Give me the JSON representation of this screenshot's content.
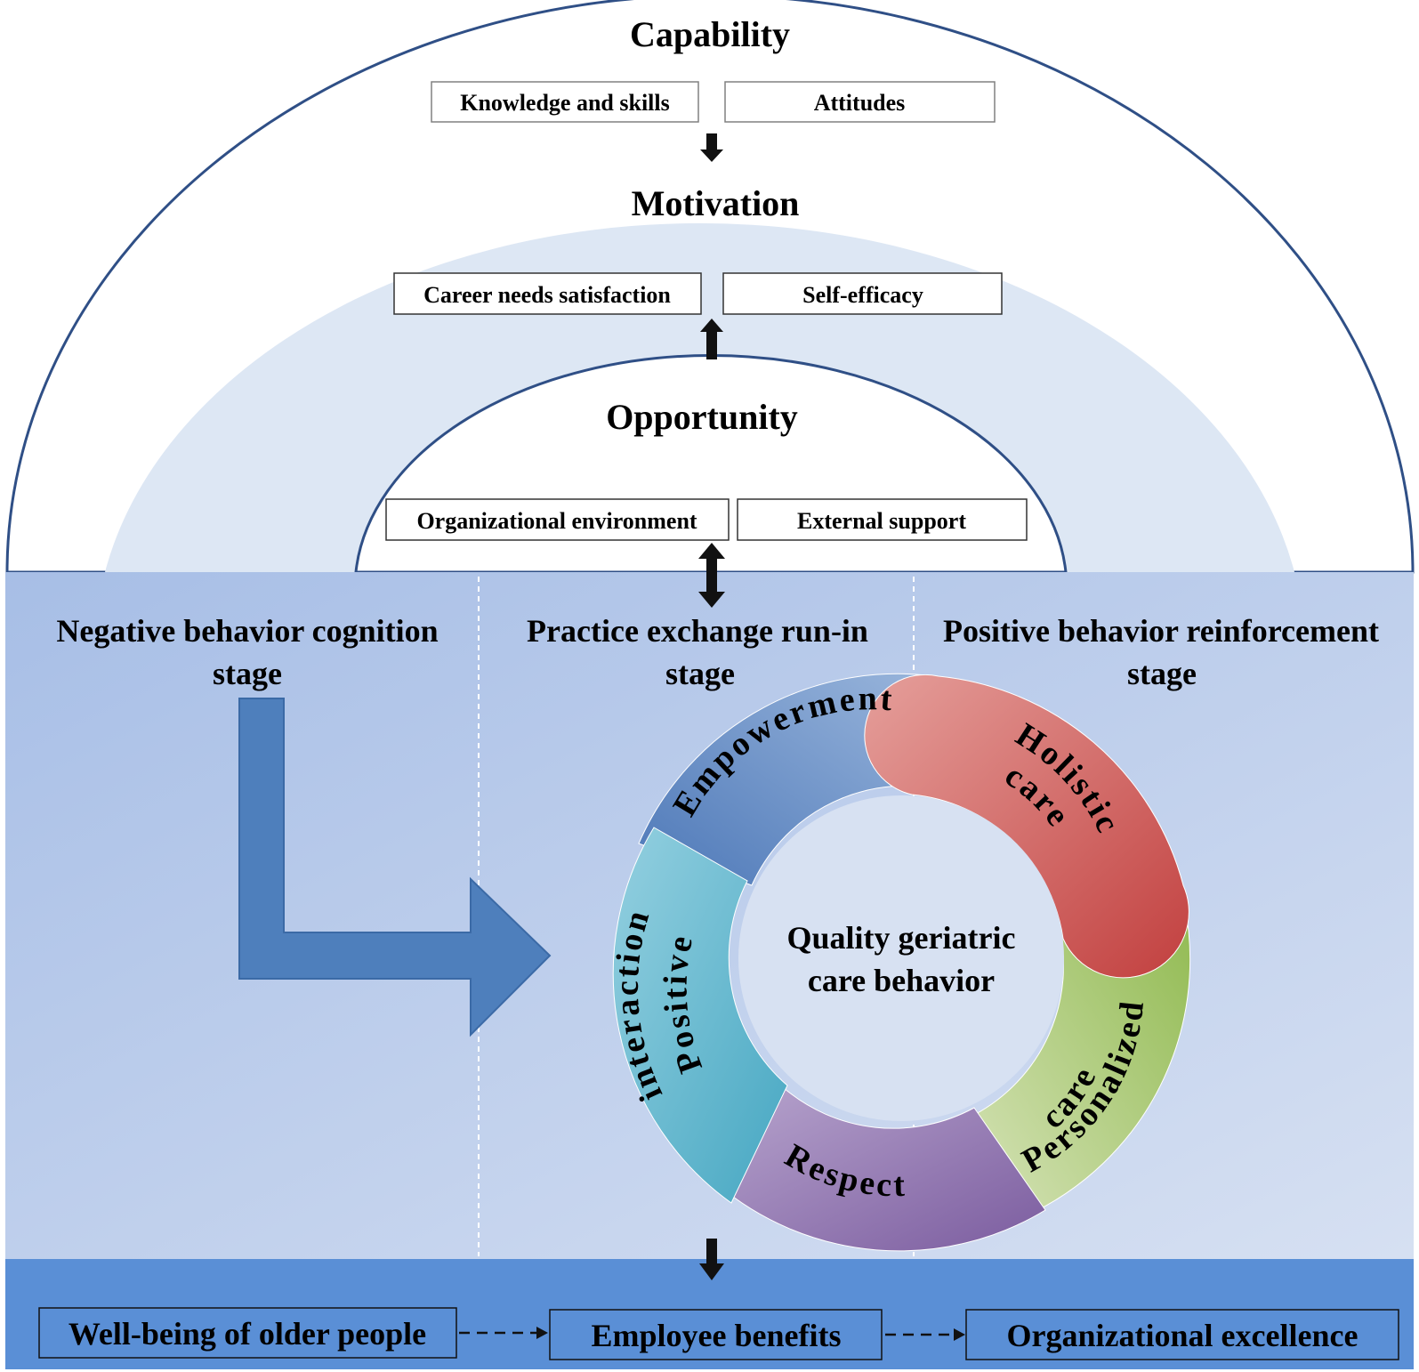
{
  "capability": {
    "title": "Capability",
    "items": [
      "Knowledge and skills",
      "Attitudes"
    ]
  },
  "motivation": {
    "title": "Motivation",
    "items": [
      "Career needs satisfaction",
      "Self-efficacy"
    ]
  },
  "opportunity": {
    "title": "Opportunity",
    "items": [
      "Organizational environment",
      "External support"
    ]
  },
  "stages": [
    {
      "line1": "Negative behavior cognition",
      "line2": "stage"
    },
    {
      "line1": "Practice exchange run-in",
      "line2": "stage"
    },
    {
      "line1": "Positive behavior reinforcement",
      "line2": "stage"
    }
  ],
  "cycle": {
    "center_line1": "Quality geriatric",
    "center_line2": "care behavior",
    "segments": [
      {
        "label": "Empowerment",
        "color": "#5b87c4"
      },
      {
        "label_line1": "Holistic",
        "label_line2": "care",
        "color": "#c94f4f"
      },
      {
        "label_line1": "Personalized",
        "label_line2": "care",
        "color": "#9cc05e"
      },
      {
        "label": "Respect",
        "color": "#8a6aa8"
      },
      {
        "label_line1": "Positive",
        "label_line2": "interaction",
        "color": "#58b3cc"
      }
    ]
  },
  "outcomes": [
    "Well-being of older people",
    "Employee benefits",
    "Organizational excellence"
  ],
  "colors": {
    "arch_outline": "#2f4f86",
    "arch_light": "#dde7f4",
    "stage_band": "#b6c9e9",
    "bottom_band": "#5a8fd6",
    "big_arrow": "#4e7fbc"
  }
}
